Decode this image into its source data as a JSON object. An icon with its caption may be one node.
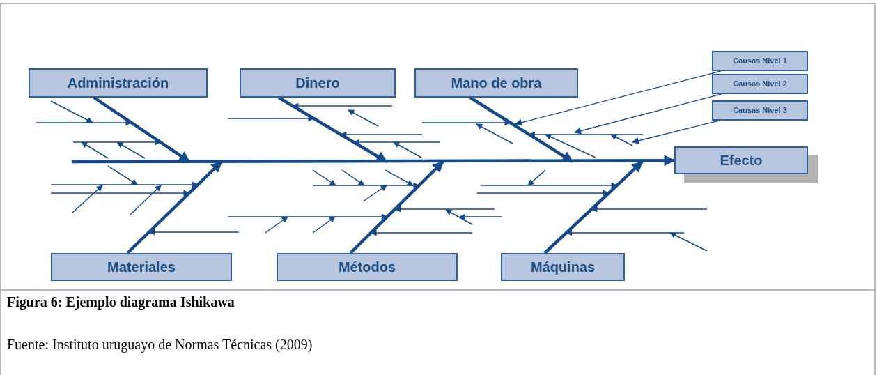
{
  "diagram": {
    "caption": "Figura 6: Ejemplo diagrama Ishikawa",
    "nodes": [
      {
        "text": [
          "Administración"
        ]
      },
      {
        "text": [
          "Dinero"
        ]
      },
      {
        "text": [
          "Mano de obra"
        ]
      },
      {
        "text": [
          "Causas Nivel 1"
        ]
      },
      {
        "text": [
          "Causas Nivel 2"
        ]
      },
      {
        "text": [
          "Causas Nivel 3"
        ]
      },
      {
        "text": [
          "Efecto"
        ]
      },
      {
        "text": [
          "Materiales"
        ]
      },
      {
        "text": [
          "Métodos"
        ]
      },
      {
        "text": [
          "Máquinas"
        ]
      }
    ],
    "edges": [
      {
        "from": null,
        "to": 6,
        "arrow": "to"
      },
      {
        "from": 0,
        "to": null,
        "arrow": "to"
      },
      {
        "from": 1,
        "to": null,
        "arrow": "to"
      },
      {
        "from": 2,
        "to": null,
        "arrow": "to"
      },
      {
        "from": 7,
        "to": null,
        "arrow": "to"
      },
      {
        "from": 8,
        "to": null,
        "arrow": "to"
      },
      {
        "from": 9,
        "to": null,
        "arrow": "to"
      },
      {
        "from": 3,
        "to": null,
        "arrow": "to"
      },
      {
        "from": 4,
        "to": null,
        "arrow": "to"
      },
      {
        "from": 5,
        "to": null,
        "arrow": "to"
      }
    ],
    "labels": [
      "Fuente: Instituto uruguayo de Normas Técnicas (2009)"
    ]
  }
}
